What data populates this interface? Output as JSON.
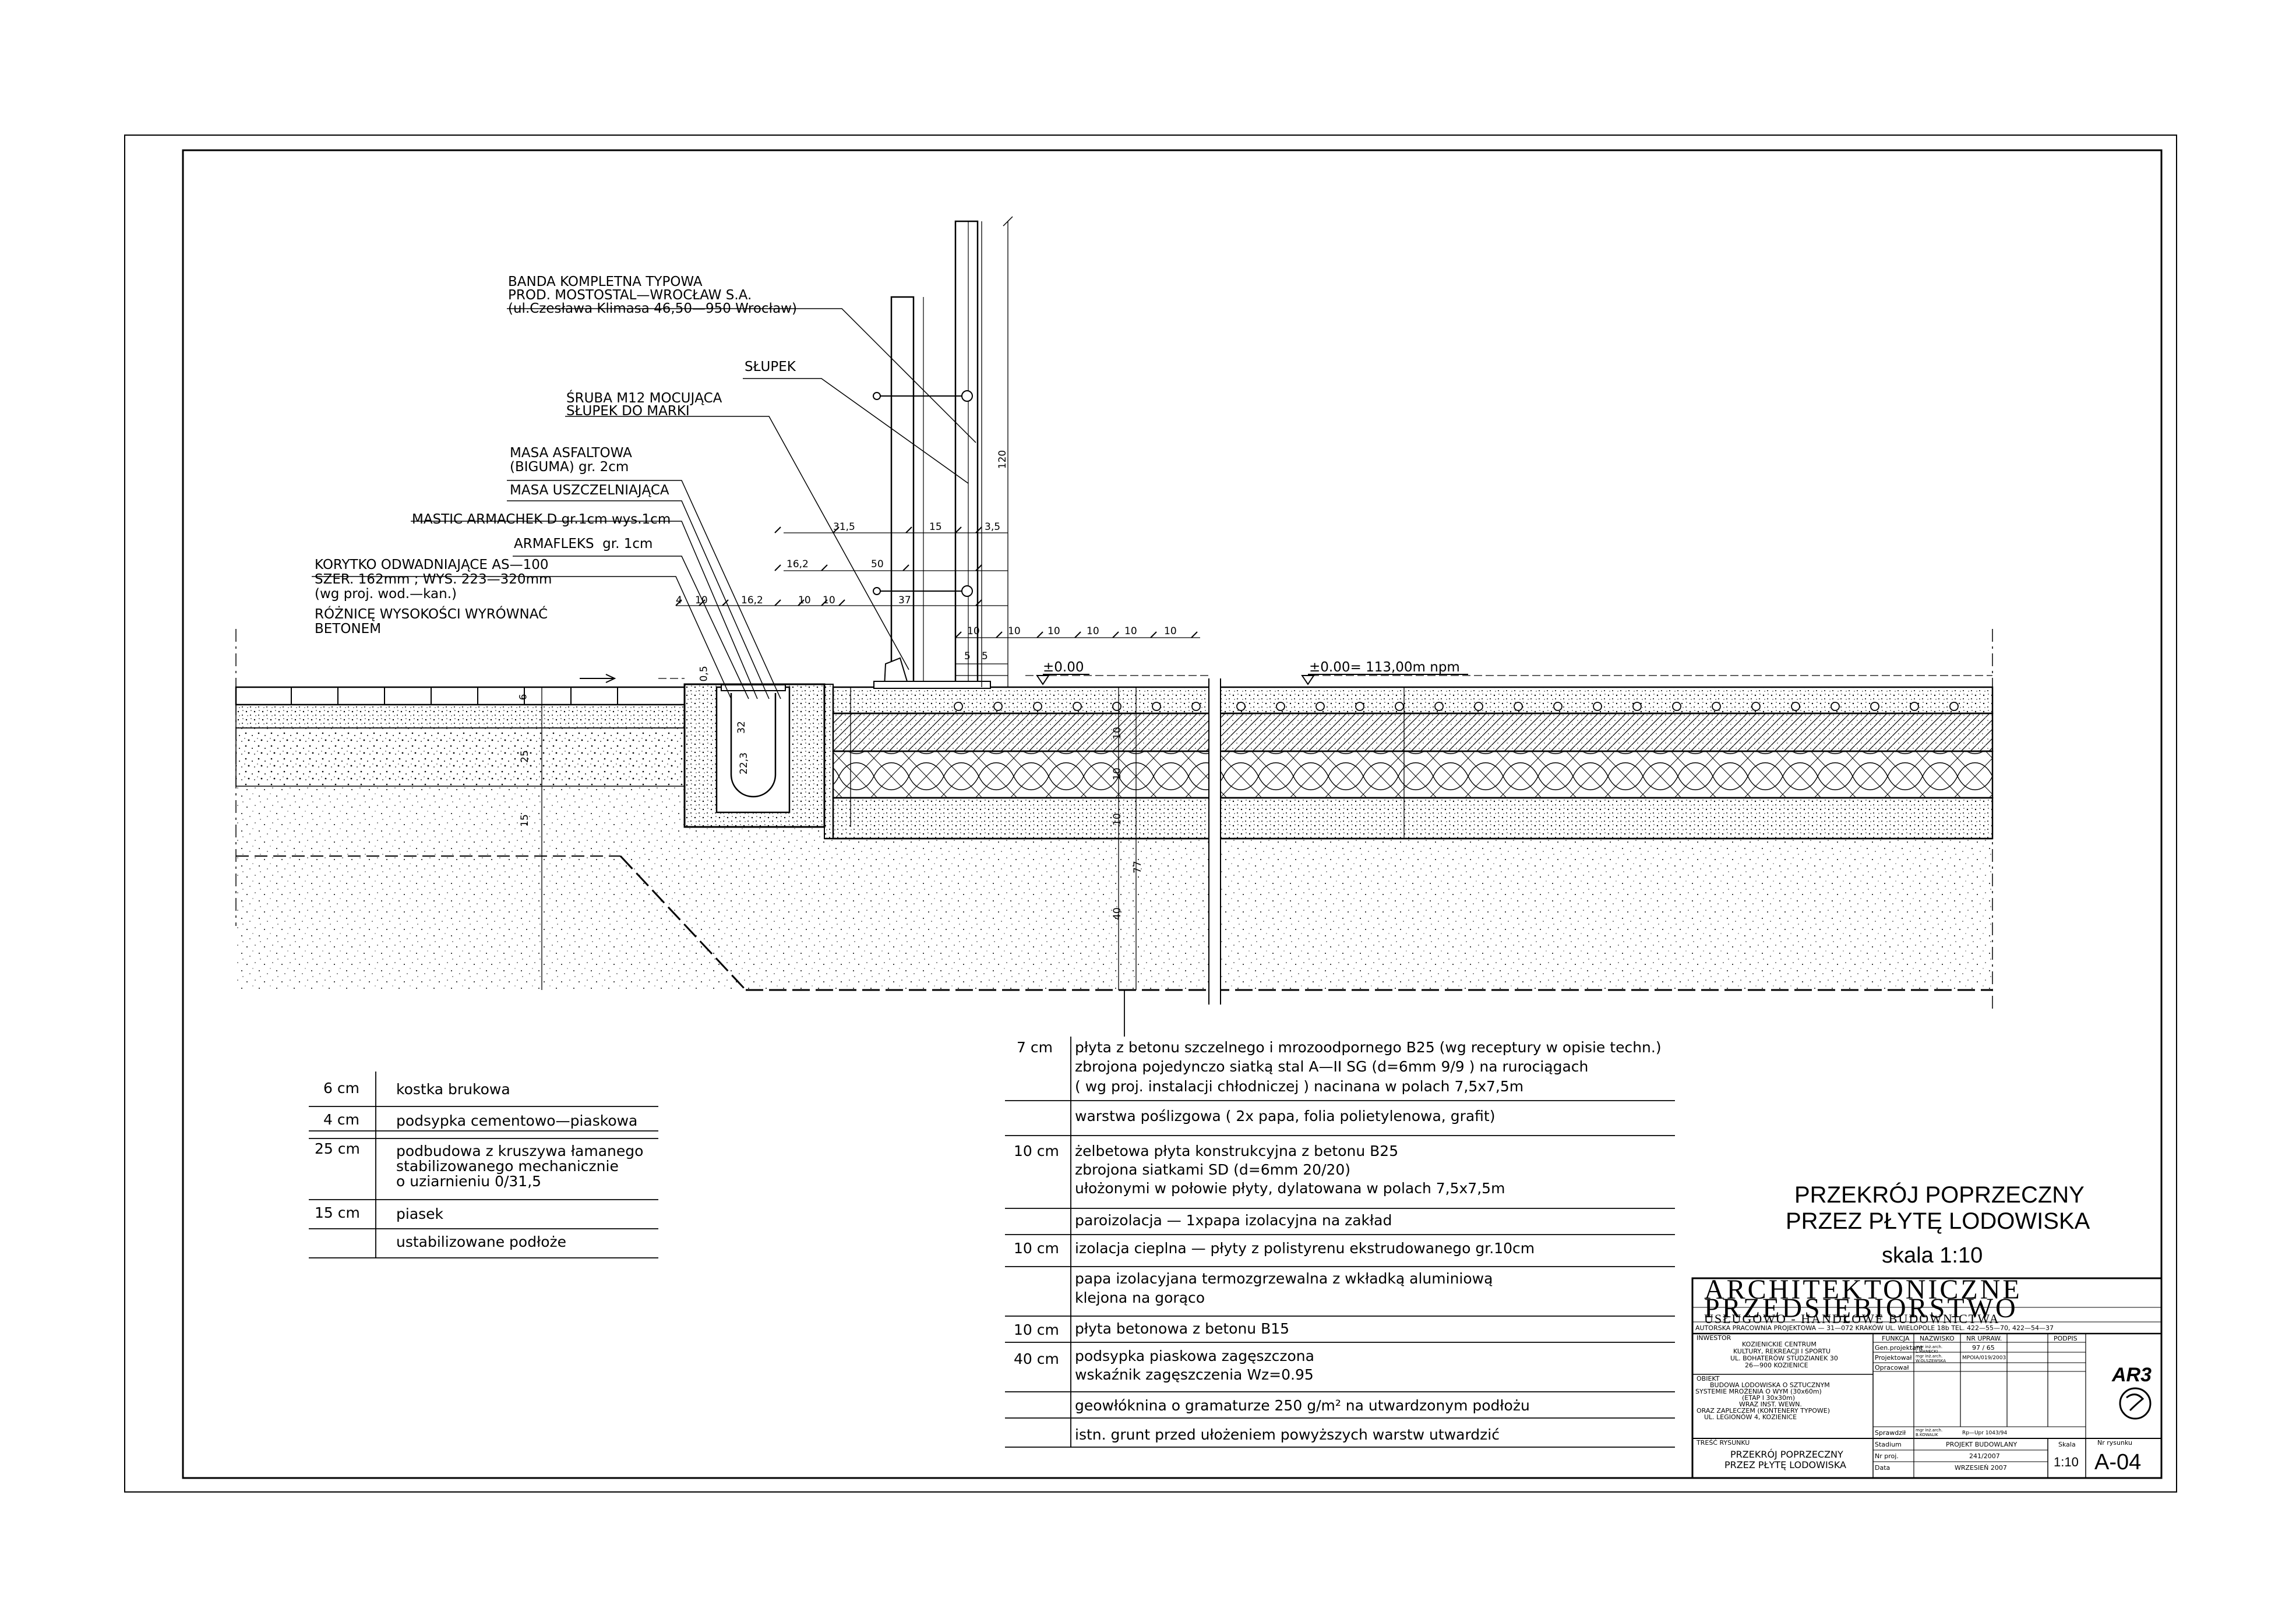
{
  "drawing": {
    "annotations": {
      "banda": [
        "BANDA KOMPLETNA TYPOWA",
        "PROD. MOSTOSTAL—WROCŁAW S.A.",
        "(ul.Czesława Klimasa 46,50—950 Wrocław)"
      ],
      "slupek": "SŁUPEK",
      "sruba": [
        "ŚRUBA M12 MOCUJĄCA",
        "SŁUPEK DO MARKI"
      ],
      "masa_asfaltowa": [
        "MASA ASFALTOWA",
        "(BIGUMA) gr. 2cm"
      ],
      "masa_uszczel": "MASA USZCZELNIAJĄCA",
      "mastic": "MASTIC ARMACHEK D gr.1cm wys.1cm",
      "armafleks": "ARMAFLEKS  gr. 1cm",
      "korytko": [
        "KORYTKO ODWADNIAJĄCE AS—100",
        "SZER. 162mm ; WYS. 223—320mm",
        "(wg proj. wod.—kan.)",
        "RÓŻNICĘ WYSOKOŚCI WYRÓWNAĆ",
        "BETONEM"
      ]
    },
    "dimensions": {
      "top_row": [
        "31,5",
        "15",
        "3,5"
      ],
      "row2": [
        "16,2",
        "50"
      ],
      "row3": [
        "4",
        "10",
        "16,2",
        "10",
        "10",
        "37"
      ],
      "row4": [
        "10",
        "10",
        "10",
        "10",
        "10",
        "10"
      ],
      "small": [
        "5",
        "5"
      ],
      "height_120": "120",
      "left_stack": [
        "6",
        "25",
        "15"
      ],
      "gutter": [
        "0,5",
        "32",
        "22,3"
      ],
      "slab_stack": [
        "10",
        "10",
        "10",
        "77",
        "40"
      ],
      "level_1": "±0.00",
      "level_2": "±0.00= 113,00m npm"
    }
  },
  "left_table": {
    "rows": [
      {
        "thickness": "6 cm",
        "lines": [
          "kostka brukowa"
        ]
      },
      {
        "thickness": "4 cm",
        "lines": [
          "podsypka cementowo—piaskowa"
        ]
      },
      {
        "thickness": "25 cm",
        "lines": [
          "podbudowa z kruszywa łamanego",
          "stabilizowanego mechanicznie",
          "o uziarnieniu 0/31,5"
        ]
      },
      {
        "thickness": "15 cm",
        "lines": [
          "piasek"
        ]
      },
      {
        "thickness": "",
        "lines": [
          "ustabilizowane podłoże"
        ]
      }
    ]
  },
  "right_table": {
    "rows": [
      {
        "thickness": "7 cm",
        "lines": [
          "płyta z betonu szczelnego i mrozoodpornego B25 (wg receptury w opisie techn.)",
          "zbrojona pojedynczo siatką stal A—II SG (d=6mm 9/9 ) na rurociągach",
          "( wg proj. instalacji chłodniczej ) nacinana w polach 7,5x7,5m"
        ]
      },
      {
        "thickness": "",
        "lines": [
          "warstwa poślizgowa ( 2x papa, folia polietylenowa, grafit)"
        ]
      },
      {
        "thickness": "10 cm",
        "lines": [
          "żelbetowa płyta konstrukcyjna z betonu B25",
          "zbrojona siatkami SD (d=6mm 20/20)",
          "ułożonymi w połowie płyty, dylatowana w polach 7,5x7,5m"
        ]
      },
      {
        "thickness": "",
        "lines": [
          "paroizolacja — 1xpapa izolacyjna na zakład"
        ]
      },
      {
        "thickness": "10 cm",
        "lines": [
          "izolacja cieplna — płyty z polistyrenu ekstrudowanego gr.10cm"
        ]
      },
      {
        "thickness": "",
        "lines": [
          "papa izolacyjana termozgrzewalna z wkładką aluminiową",
          "klejona na gorąco"
        ]
      },
      {
        "thickness": "10 cm",
        "lines": [
          "płyta betonowa z betonu B15"
        ]
      },
      {
        "thickness": "40 cm",
        "lines": [
          "podsypka piaskowa zagęszczona",
          "wskaźnik zagęszczenia Wz=0.95"
        ]
      },
      {
        "thickness": "",
        "lines": [
          "geowłóknina o gramaturze 250 g/m² na utwardzonym podłożu"
        ]
      },
      {
        "thickness": "",
        "lines": [
          "istn. grunt przed ułożeniem powyższych warstw utwardzić"
        ]
      }
    ]
  },
  "title": {
    "line1": "PRZEKRÓJ POPRZECZNY",
    "line2": "PRZEZ PŁYTĘ LODOWISKA",
    "scale": "skala 1:10"
  },
  "title_block": {
    "company1": "ARCHITEKTONICZNE",
    "company2": "PRZEDSIĘBIORSTWO",
    "company3": "USŁUGOWO - HANDLOWE BUDOWNICTWA",
    "address": "AUTORSKA PRACOWNIA PROJEKTOWA — 31—072 KRAKÓW UL. WIELOPOLE 18b TEL. 422—55—70, 422—54—37",
    "inwestor_label": "INWESTOR",
    "inwestor": [
      "KOZIENICKIE CENTRUM",
      "KULTURY, REKREACJI I SPORTU",
      "UL. BOHATERÓW STUDZIANEK 30",
      "26—900 KOZIENICE"
    ],
    "obiekt_label": "OBIEKT",
    "obiekt": [
      "BUDOWA LODOWISKA O SZTUCZNYM",
      "SYSTEMIE MROŻENIA O WYM (30x60m)",
      "(ETAP I 30x30m)",
      "WRAZ INST. WEWN.",
      "ORAZ ZAPLECZEM (KONTENERY TYPOWE)",
      "UL. LEGIONÓW 4, KOZIENICE"
    ],
    "tresc_label": "TREŚĆ RYSUNKU",
    "tresc": [
      "PRZEKRÓJ POPRZECZNY",
      "PRZEZ PŁYTĘ LODOWISKA"
    ],
    "headers": [
      "FUNKCJA",
      "NAZWISKO",
      "NR UPRAW.",
      "PODPIS"
    ],
    "rows": [
      {
        "funkcja": "Gen.projektant",
        "nazwisko": "mgr inż.arch. L.MANECKI",
        "nr": "97 / 65"
      },
      {
        "funkcja": "Projektował",
        "nazwisko": "mgr inż.arch. W.OLSZEWSKA",
        "nr": "MPOIA/019/2003"
      },
      {
        "funkcja": "Opracował",
        "nazwisko": "",
        "nr": ""
      },
      {
        "funkcja": "Sprawdził",
        "nazwisko": "mgr inż.arch. B.KOWALIK",
        "nr": "Rp—Upr 1043/94"
      }
    ],
    "stadium_label": "Stadium",
    "stadium": "PROJEKT BUDOWLANY",
    "nr_proj_label": "Nr proj.",
    "nr_proj": "241/2007",
    "data_label": "Data",
    "data": "WRZESIEŃ 2007",
    "skala_label": "Skala",
    "skala": "1:10",
    "nr_rys_label": "Nr rysunku",
    "nr_rys": "A-04",
    "logo": "AR3"
  }
}
